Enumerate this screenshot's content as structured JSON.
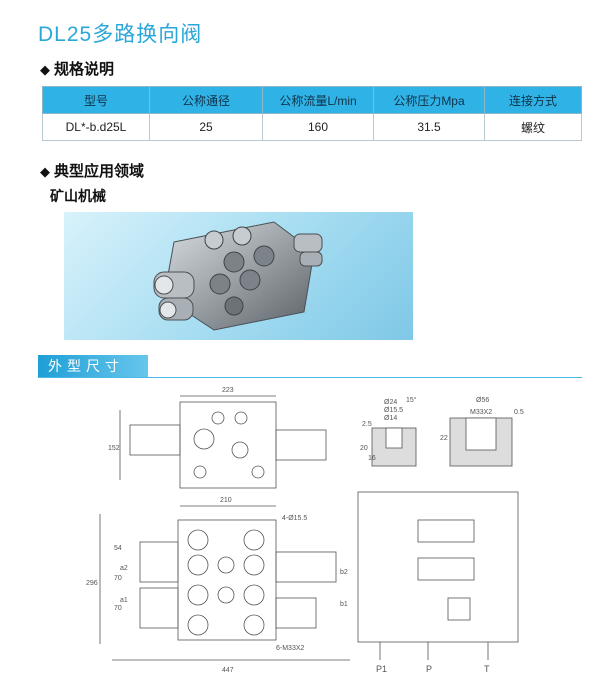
{
  "title": "DL25多路换向阀",
  "sections": {
    "spec": "规格说明",
    "application": "典型应用领域",
    "dimensions": "外型尺寸"
  },
  "spec_table": {
    "headers": [
      "型号",
      "公称通径",
      "公称流量L/min",
      "公称压力Mpa",
      "连接方式"
    ],
    "row": [
      "DL*-b.d25L",
      "25",
      "160",
      "31.5",
      "螺纹"
    ]
  },
  "application_field": "矿山机械",
  "drawing_labels": {
    "top_width": "223",
    "height_left": "152",
    "bottom_width": "210",
    "overall_width": "447",
    "overall_height": "296",
    "holes": "4-Ø15.5",
    "ports": "6-M33X2",
    "dim_54": "54",
    "dim_70a": "70",
    "dim_70b": "70",
    "port_a2": "a2",
    "port_a1": "a1",
    "port_b2": "b2",
    "port_b1": "b1",
    "d24": "Ø24",
    "d15": "Ø15.5",
    "d14": "Ø14",
    "dim_2_5": "2.5",
    "dim_20": "20",
    "dim_16": "16",
    "dim_15deg": "15°",
    "d56": "Ø56",
    "m33": "M33X2",
    "dim_0_5": "0.5",
    "dim_22": "22",
    "schematic_p1": "P1",
    "schematic_p": "P",
    "schematic_t": "T"
  }
}
